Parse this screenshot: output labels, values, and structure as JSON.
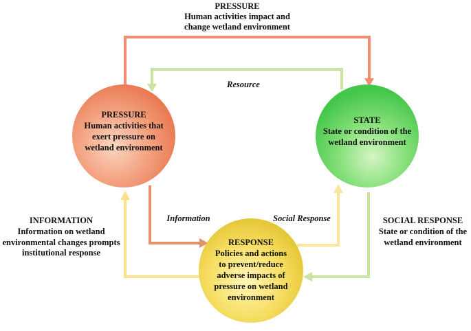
{
  "top_pressure": {
    "title": "PRESSURE",
    "lines": [
      "Human activities impact and",
      "change wetland environment"
    ]
  },
  "pressure_circle": {
    "title": "PRESSURE",
    "lines": [
      "Human activities that",
      "exert pressure on",
      "wetland environment"
    ]
  },
  "state_circle": {
    "title": "STATE",
    "lines": [
      "State or condition of the",
      "wetland environment"
    ]
  },
  "response_circle": {
    "title": "RESPONSE",
    "lines": [
      "Policies and actions",
      "to prevent/reduce",
      "adverse impacts of",
      "pressure on wetland",
      "environment"
    ]
  },
  "information_side": {
    "title": "INFORMATION",
    "lines": [
      "Information on wetland",
      "environmental changes prompts",
      "institutional response"
    ]
  },
  "social_response_side": {
    "title": "SOCIAL RESPONSE",
    "lines": [
      "State or condition of the",
      "wetland environment"
    ]
  },
  "arrow_labels": {
    "resource": "Resource",
    "information": "Information",
    "social_response": "Social Response"
  },
  "colors": {
    "pressure_arrow": "#f28b74",
    "resource_arrow": "#c9e3a0",
    "information_arrow": "#e8906a",
    "social_response_arrow": "#fbe59a",
    "info_feedback_arrow": "#fbe08a",
    "state_to_response_arrow": "#c9e3a0"
  }
}
